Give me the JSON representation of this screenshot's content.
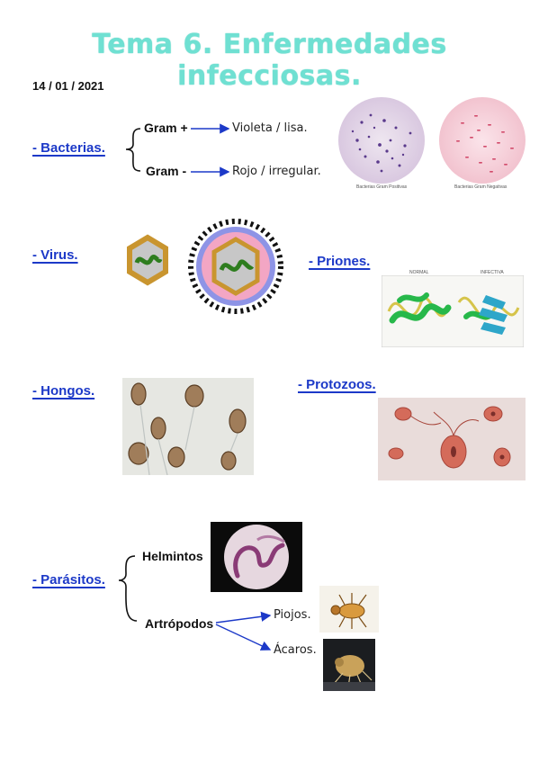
{
  "title": "Tema 6. Enfermedades infecciosas.",
  "date": "14 / 01 / 2021",
  "bacterias": {
    "heading": "- Bacterias.",
    "gram_pos": "Gram +",
    "gram_pos_note": "Violeta / lisa.",
    "gram_neg": "Gram -",
    "gram_neg_note": "Rojo / irregular.",
    "caption_pos": "Bacterias Gram Positivas",
    "caption_neg": "Bacterias Gram Negativas"
  },
  "virus": {
    "heading": "- Virus."
  },
  "priones": {
    "heading": "- Priones.",
    "label_normal": "NORMAL",
    "label_infectiva": "INFECTIVA"
  },
  "hongos": {
    "heading": "- Hongos."
  },
  "protozoos": {
    "heading": "- Protozoos."
  },
  "parasitos": {
    "heading": "- Parásitos.",
    "helmintos": "Helmintos",
    "artropodos": "Artrópodos",
    "piojos": "Piojos.",
    "acaros": "Ácaros."
  },
  "colors": {
    "title": "#6fe0d2",
    "heading": "#1c39c8",
    "arrow": "#1c39c8"
  }
}
